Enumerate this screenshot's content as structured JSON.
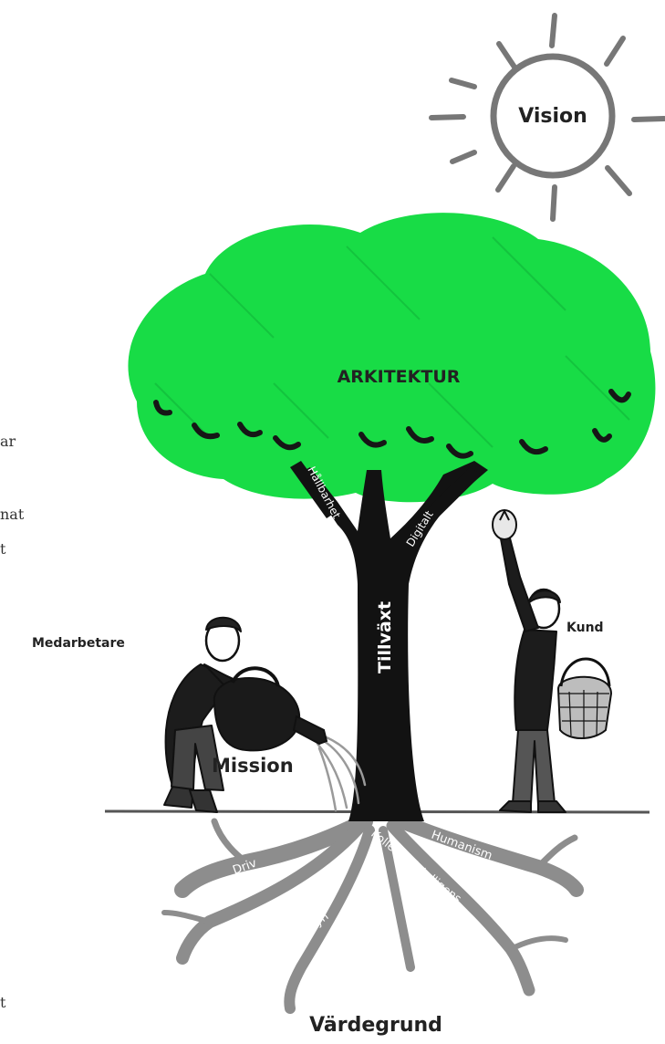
{
  "labels": {
    "vision": "Vision",
    "canopy": "ARKITEKTUR",
    "branch_left": "Hållbarhet",
    "branch_right": "Digitalt",
    "trunk": "Tillväxt",
    "person_left": "Medarbetare",
    "person_right": "Kund",
    "mission": "Mission",
    "root_1": "Driv",
    "root_2": "Helhetssyn",
    "root_3": "Kollektiv intelligens",
    "root_4": "Humanism",
    "foundation": "Värdegrund"
  },
  "margin_fragments": [
    "ar",
    "nat",
    "t",
    "t"
  ],
  "colors": {
    "canopy": "#18dc46",
    "trunk": "#121212",
    "roots": "#8d8d8d",
    "ground": "#555555",
    "sun": "#777777",
    "text": "#222222",
    "label_on_dark": "#ffffff"
  }
}
